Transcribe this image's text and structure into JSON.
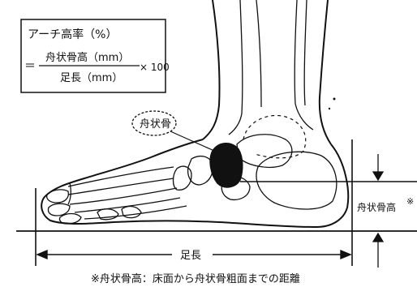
{
  "formula": {
    "title": "アーチ高率（%）",
    "equals": "＝",
    "numerator": "舟状骨高（mm）",
    "denominator": "足長（mm）",
    "multiplier": "× 100"
  },
  "labels": {
    "navicular_callout": "舟状骨",
    "navicular_height": "舟状骨高",
    "navicular_height_mark": "※",
    "foot_length": "足長"
  },
  "footnote": "※舟状骨高：床面から舟状骨粗面までの距離"
}
